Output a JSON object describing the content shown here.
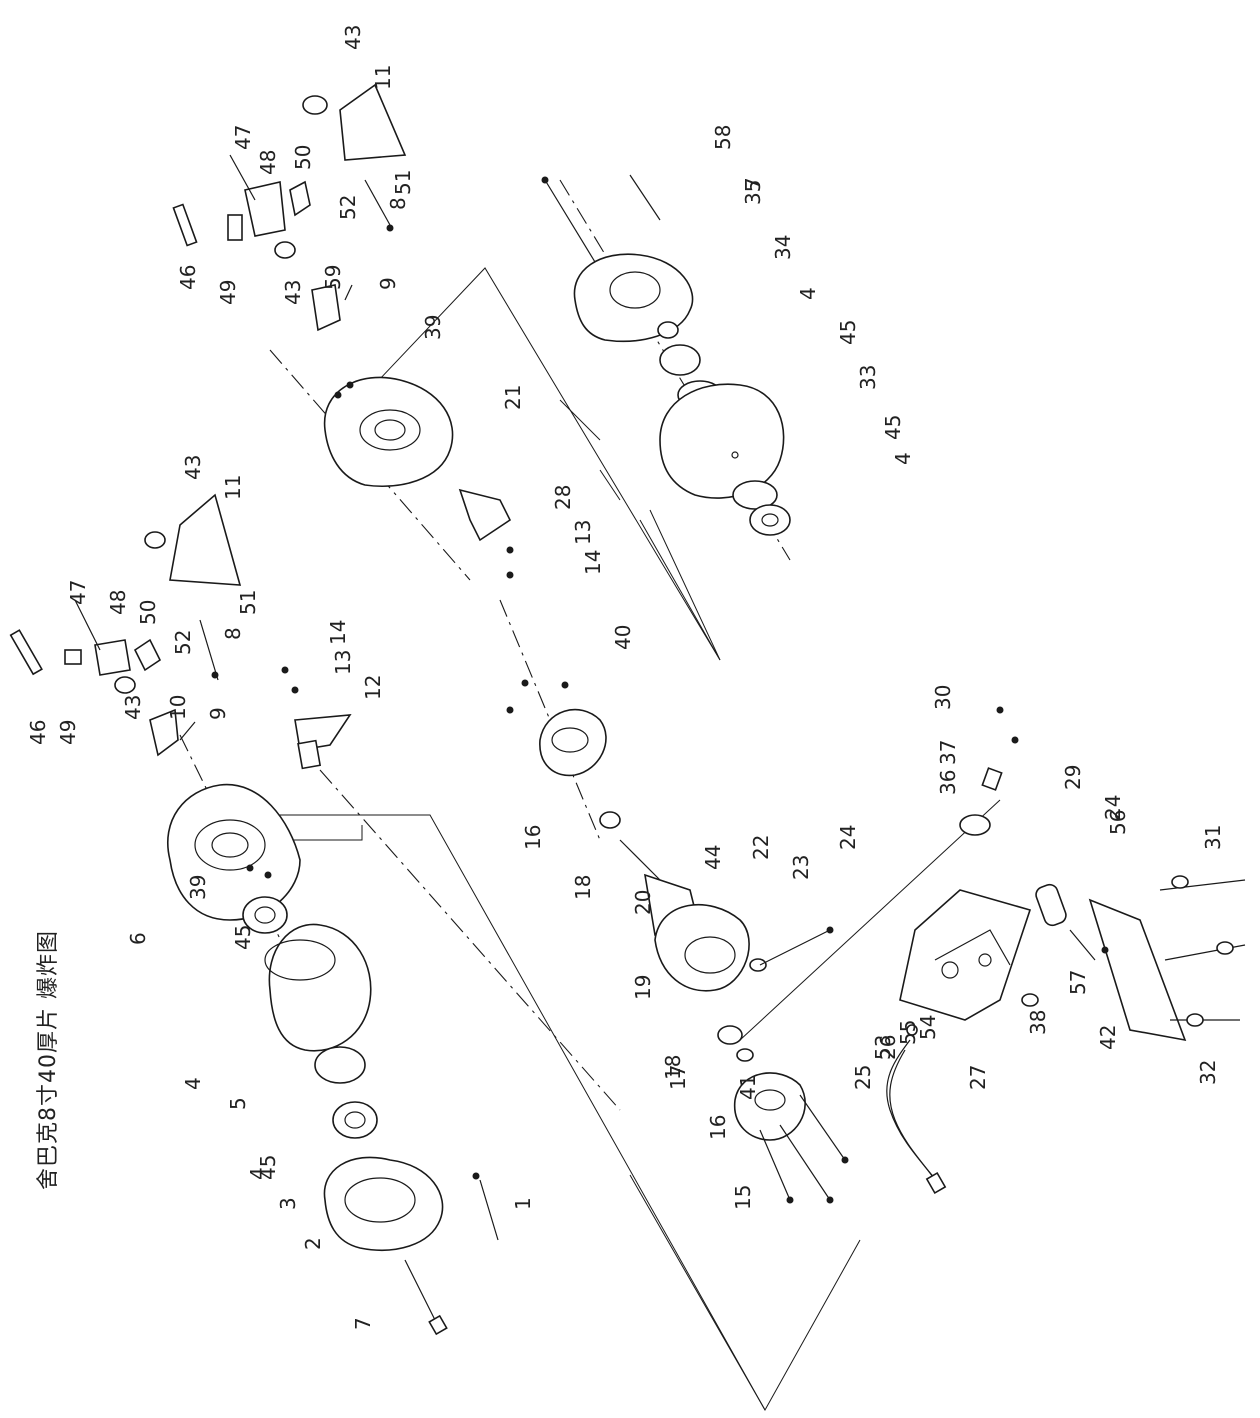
{
  "title": "舍巴克8寸40厚片 爆炸图",
  "colors": {
    "line": "#1a1a1a",
    "background": "#ffffff"
  },
  "labels": [
    "1",
    "2",
    "3",
    "4",
    "4",
    "4",
    "4",
    "5",
    "6",
    "7",
    "7",
    "8",
    "8",
    "9",
    "9",
    "10",
    "11",
    "11",
    "12",
    "13",
    "13",
    "14",
    "14",
    "15",
    "16",
    "16",
    "17",
    "18",
    "18",
    "19",
    "20",
    "21",
    "22",
    "23",
    "24",
    "24",
    "25",
    "26",
    "27",
    "28",
    "29",
    "30",
    "31",
    "32",
    "33",
    "34",
    "35",
    "36",
    "37",
    "38",
    "39",
    "39",
    "40",
    "41",
    "42",
    "43",
    "43",
    "43",
    "43",
    "44",
    "45",
    "45",
    "45",
    "45",
    "46",
    "46",
    "47",
    "47",
    "48",
    "48",
    "49",
    "49",
    "50",
    "50",
    "51",
    "51",
    "52",
    "52",
    "53",
    "54",
    "55",
    "56",
    "57",
    "58",
    "59"
  ]
}
